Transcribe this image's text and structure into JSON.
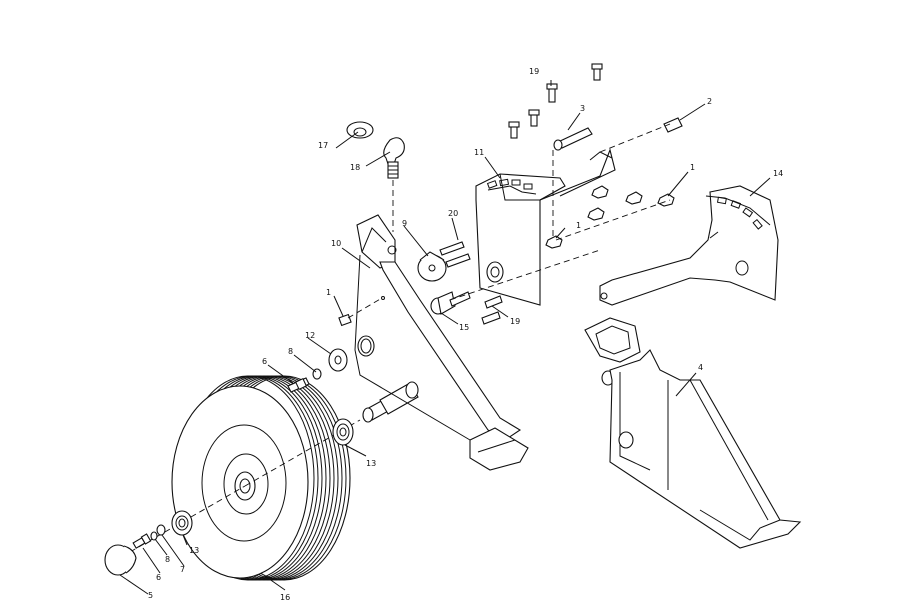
{
  "diagram": {
    "type": "exploded-parts-view",
    "callouts": [
      {
        "id": "c1a",
        "label": "1"
      },
      {
        "id": "c1b",
        "label": "1"
      },
      {
        "id": "c1c",
        "label": "1"
      },
      {
        "id": "c2",
        "label": "2"
      },
      {
        "id": "c3",
        "label": "3"
      },
      {
        "id": "c4",
        "label": "4"
      },
      {
        "id": "c5",
        "label": "5"
      },
      {
        "id": "c6a",
        "label": "6"
      },
      {
        "id": "c6b",
        "label": "6"
      },
      {
        "id": "c7",
        "label": "7"
      },
      {
        "id": "c8a",
        "label": "8"
      },
      {
        "id": "c8b",
        "label": "8"
      },
      {
        "id": "c9",
        "label": "9"
      },
      {
        "id": "c10",
        "label": "10"
      },
      {
        "id": "c11",
        "label": "11"
      },
      {
        "id": "c12",
        "label": "12"
      },
      {
        "id": "c13a",
        "label": "13"
      },
      {
        "id": "c13b",
        "label": "13"
      },
      {
        "id": "c14",
        "label": "14"
      },
      {
        "id": "c15",
        "label": "15"
      },
      {
        "id": "c16",
        "label": "16"
      },
      {
        "id": "c17",
        "label": "17"
      },
      {
        "id": "c18",
        "label": "18"
      },
      {
        "id": "c19a",
        "label": "19"
      },
      {
        "id": "c19b",
        "label": "19"
      },
      {
        "id": "c20",
        "label": "20"
      }
    ]
  }
}
